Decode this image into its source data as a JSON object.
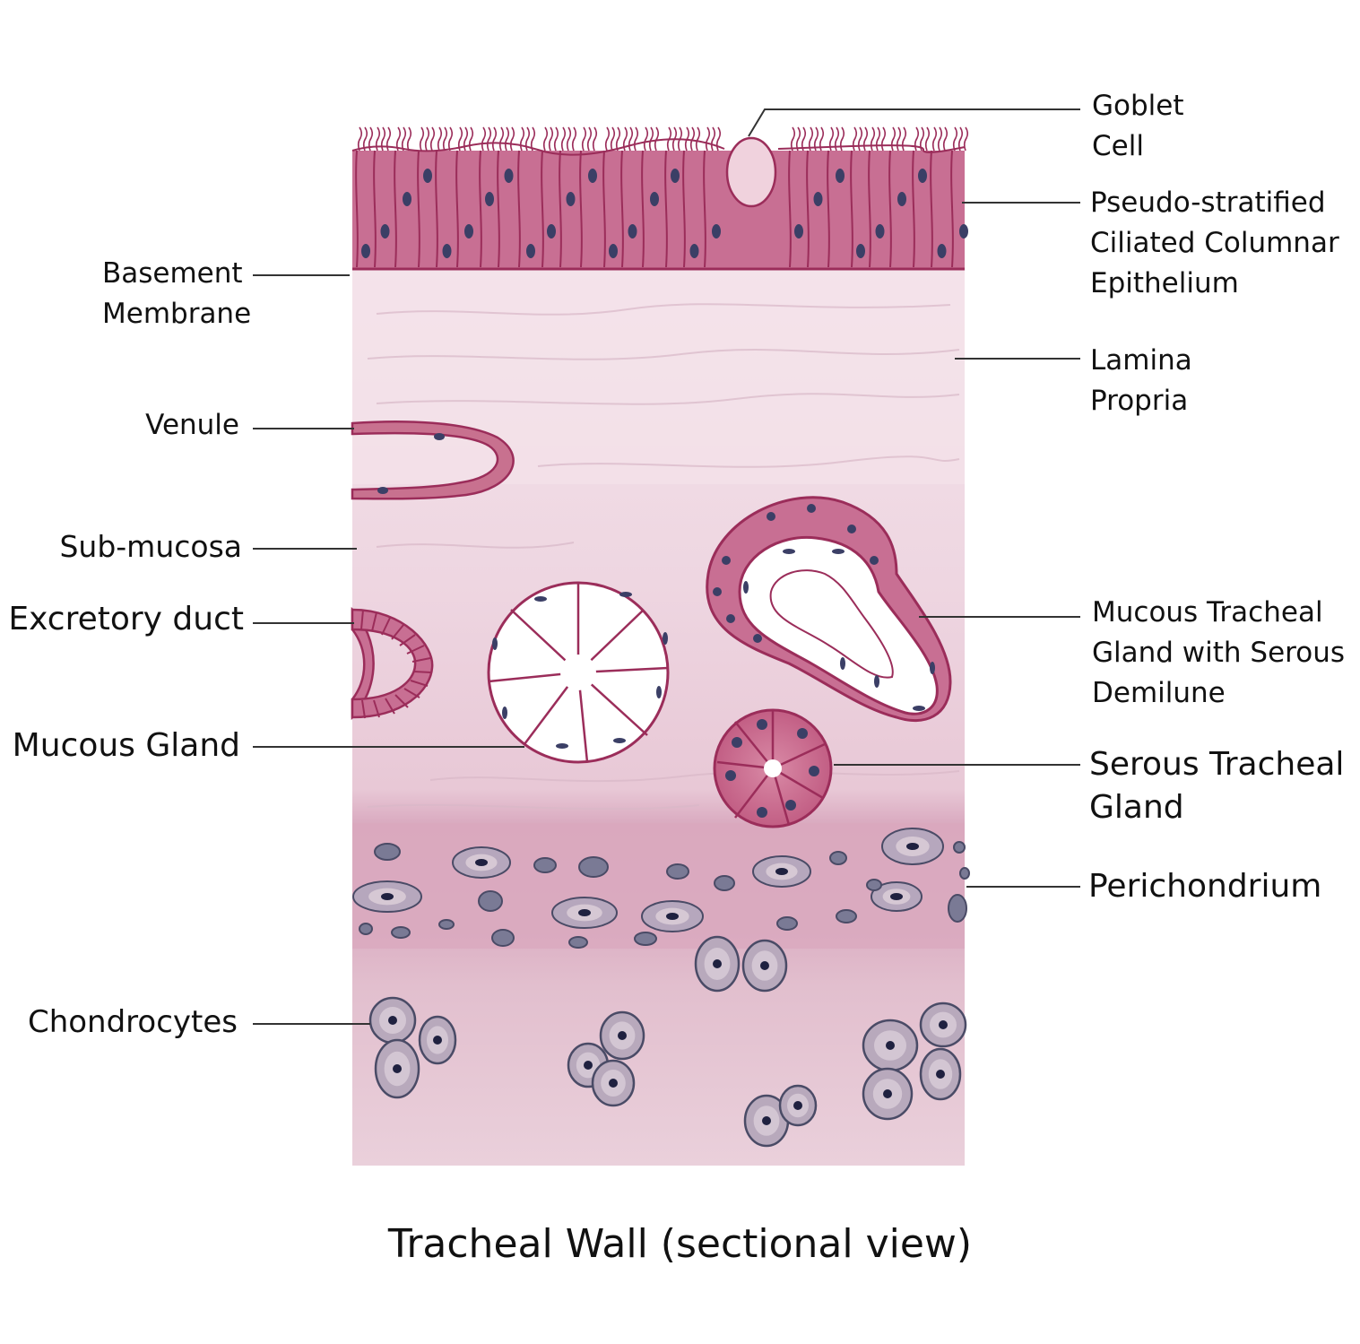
{
  "title": "Tracheal Wall (sectional view)",
  "labels_left": {
    "basement_membrane": [
      "Basement",
      "Membrane"
    ],
    "venule": [
      "Venule"
    ],
    "sub_mucosa": [
      "Sub-mucosa"
    ],
    "excretory_duct": [
      "Excretory duct"
    ],
    "mucous_gland": [
      "Mucous Gland"
    ],
    "chondrocytes": [
      "Chondrocytes"
    ]
  },
  "labels_right": {
    "goblet_cell": [
      "Goblet",
      "Cell"
    ],
    "epithelium": [
      "Pseudo-stratified",
      "Ciliated Columnar",
      "Epithelium"
    ],
    "lamina_propria": [
      "Lamina",
      "Propria"
    ],
    "mucous_tracheal_gland": [
      "Mucous Tracheal",
      "Gland with Serous",
      "Demilune"
    ],
    "serous_tracheal_gland": [
      "Serous Tracheal",
      "Gland"
    ],
    "perichondrium": [
      "Perichondrium"
    ]
  },
  "colors": {
    "epithelium": "#c4688d",
    "cell_outline": "#9b2d5a",
    "nucleus": "#3b3f66",
    "lamina": "#f2dde6",
    "submucosa": "#ecd0dc",
    "perichondrium": "#dcaec2",
    "cartilage": "#e3c3d1",
    "chondrocyte_fill": "#b8a9bc",
    "chondrocyte_edge": "#4a4b66"
  }
}
